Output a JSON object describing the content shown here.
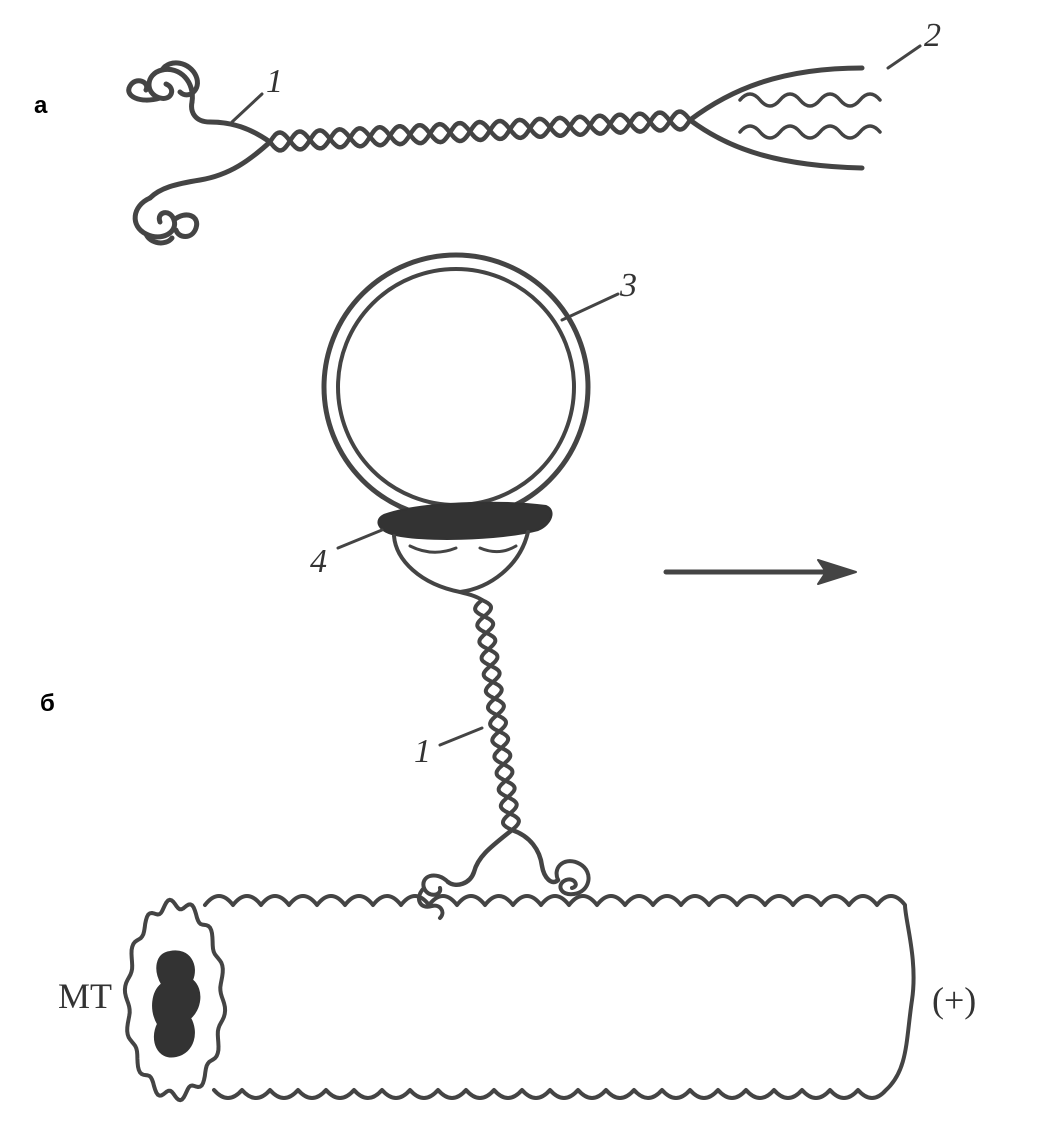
{
  "panels": {
    "a": "а",
    "b": "б"
  },
  "callouts": {
    "light_chains": "1",
    "heavy_head": "2",
    "vesicle": "3",
    "receptor": "4",
    "stalk": "1"
  },
  "labels": {
    "microtubule": "МТ",
    "plus_end": "(+)"
  },
  "colors": {
    "ink": "#444444",
    "dark_fill": "#333333",
    "background": "#ffffff"
  }
}
